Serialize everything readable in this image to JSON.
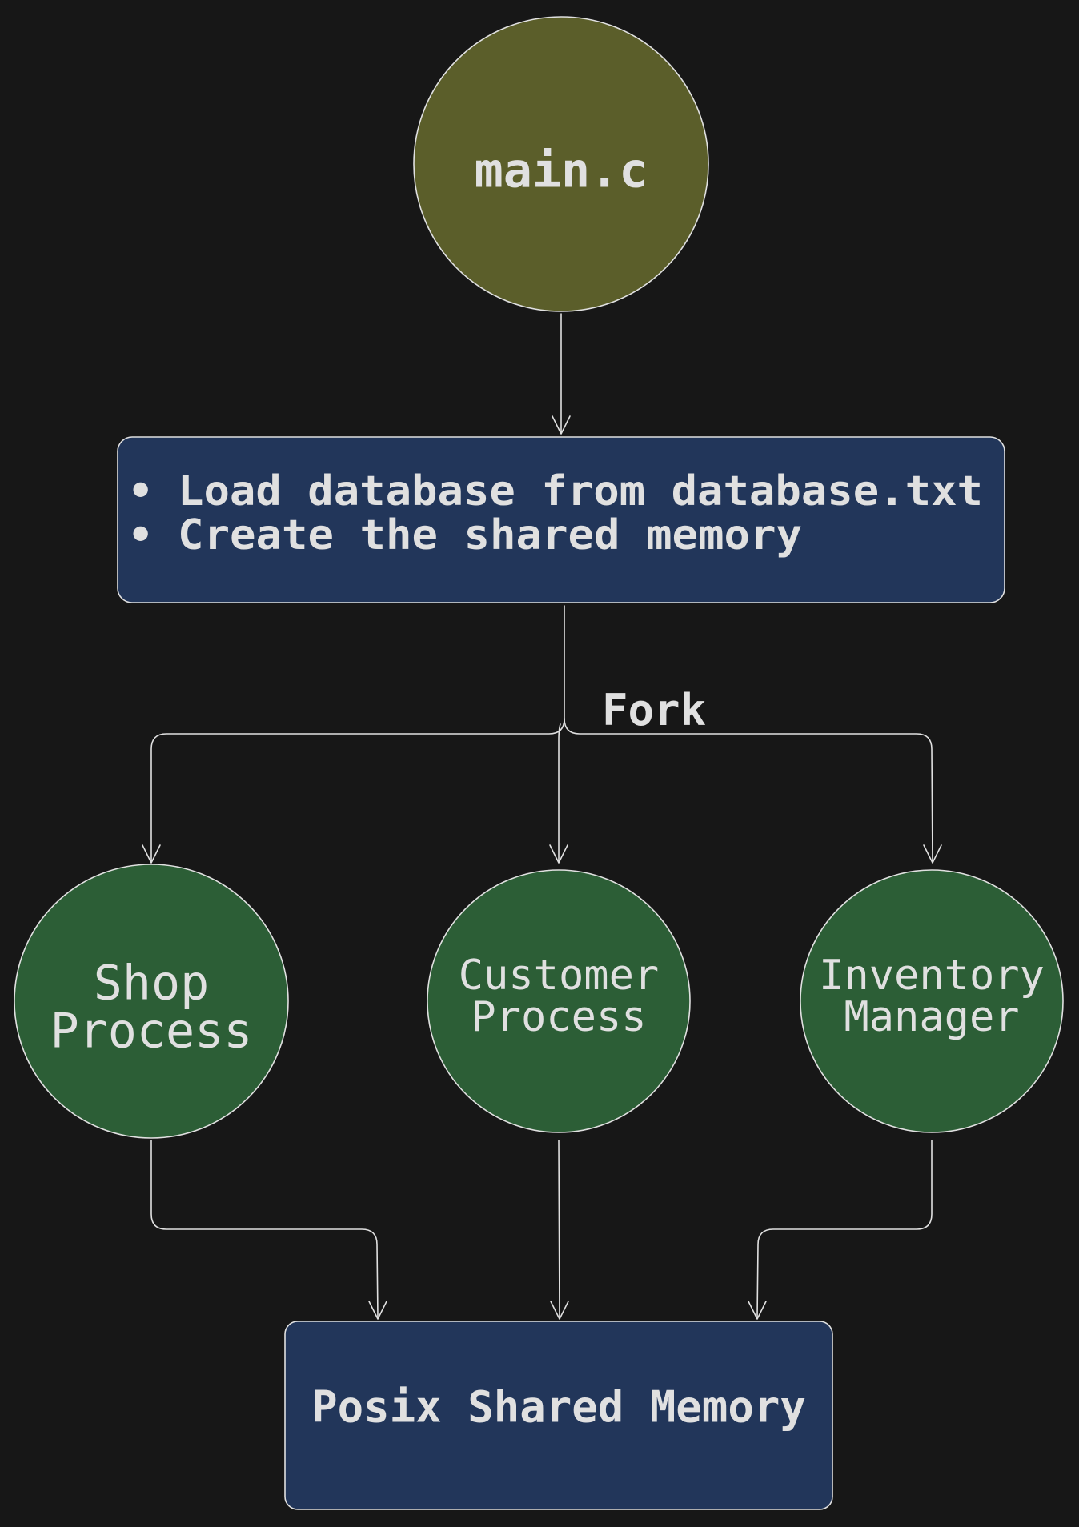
{
  "colors": {
    "background": "#171717",
    "stroke": "#e0e0e0",
    "text": "#e0e0e0",
    "main_node_fill": "#5b5e2a",
    "process_node_fill": "#2c5e36",
    "box_fill": "#22365a"
  },
  "nodes": {
    "main": {
      "label": "main.c"
    },
    "setup": {
      "bullet": "•",
      "items": [
        "Load database from database.txt",
        "Create the shared memory"
      ]
    },
    "shop": {
      "line1": "Shop",
      "line2": "Process"
    },
    "customer": {
      "line1": "Customer",
      "line2": "Process"
    },
    "inventory": {
      "line1": "Inventory",
      "line2": "Manager"
    },
    "shared_memory": {
      "label": "Posix Shared Memory"
    }
  },
  "edges": {
    "fork_label": "Fork"
  }
}
